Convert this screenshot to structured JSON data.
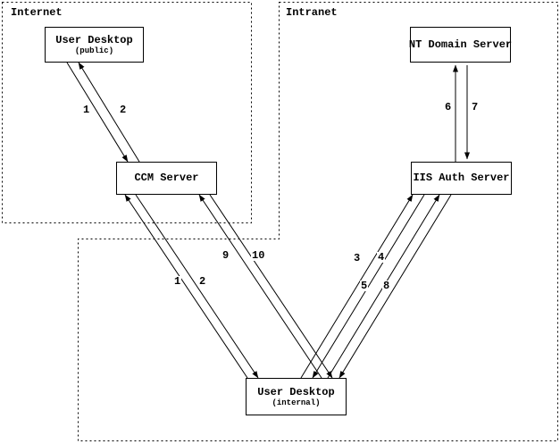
{
  "diagram": {
    "regions": [
      {
        "id": "internet",
        "label": "Internet"
      },
      {
        "id": "intranet",
        "label": "Intranet"
      }
    ],
    "nodes": [
      {
        "id": "user-desktop-public",
        "title": "User Desktop",
        "subtitle": "(public)",
        "region": "internet"
      },
      {
        "id": "ccm-server",
        "title": "CCM Server",
        "subtitle": "",
        "region": "internet"
      },
      {
        "id": "nt-domain-server",
        "title": "NT Domain Server",
        "subtitle": "",
        "region": "intranet"
      },
      {
        "id": "iis-auth-server",
        "title": "IIS Auth Server",
        "subtitle": "",
        "region": "intranet"
      },
      {
        "id": "user-desktop-internal",
        "title": "User Desktop",
        "subtitle": "(internal)",
        "region": "intranet"
      }
    ],
    "edges": [
      {
        "label": "1",
        "from": "user-desktop-public",
        "to": "ccm-server"
      },
      {
        "label": "2",
        "from": "ccm-server",
        "to": "user-desktop-public"
      },
      {
        "label": "6",
        "from": "iis-auth-server",
        "to": "nt-domain-server"
      },
      {
        "label": "7",
        "from": "nt-domain-server",
        "to": "iis-auth-server"
      },
      {
        "label": "1",
        "from": "user-desktop-internal",
        "to": "ccm-server"
      },
      {
        "label": "2",
        "from": "ccm-server",
        "to": "user-desktop-internal"
      },
      {
        "label": "9",
        "from": "user-desktop-internal",
        "to": "ccm-server"
      },
      {
        "label": "10",
        "from": "ccm-server",
        "to": "user-desktop-internal"
      },
      {
        "label": "3",
        "from": "user-desktop-internal",
        "to": "iis-auth-server"
      },
      {
        "label": "4",
        "from": "iis-auth-server",
        "to": "user-desktop-internal"
      },
      {
        "label": "5",
        "from": "user-desktop-internal",
        "to": "iis-auth-server"
      },
      {
        "label": "8",
        "from": "iis-auth-server",
        "to": "user-desktop-internal"
      }
    ],
    "colors": {
      "line": "#000000",
      "background": "#ffffff"
    }
  }
}
